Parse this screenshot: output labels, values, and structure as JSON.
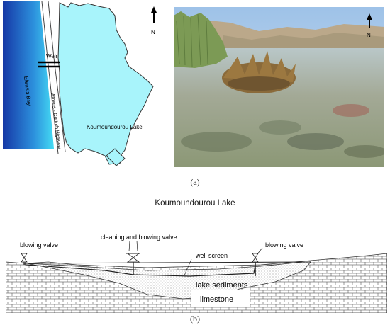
{
  "map": {
    "bay_label": "Eleusis Bay",
    "weir_label": "Weir",
    "highway_label": "Athens - Corinth Highway",
    "lake_label": "Koumoundourou Lake",
    "north_label": "N",
    "colors": {
      "sea_dark": "#1b3fb5",
      "sea_light": "#3fd3f0",
      "lake": "#a8f4fb",
      "outline": "#333333"
    }
  },
  "photo": {
    "north_label": "N"
  },
  "caption_a": "(a)",
  "section": {
    "title": "Koumoundourou Lake",
    "labels": {
      "blowing_valve_left": "blowing valve",
      "cleaning_valve": "cleaning and blowing valve",
      "well_screen": "well screen",
      "blowing_valve_right": "blowing valve",
      "lake_sediments": "lake sediments",
      "limestone": "limestone"
    }
  },
  "caption_b": "(b)"
}
